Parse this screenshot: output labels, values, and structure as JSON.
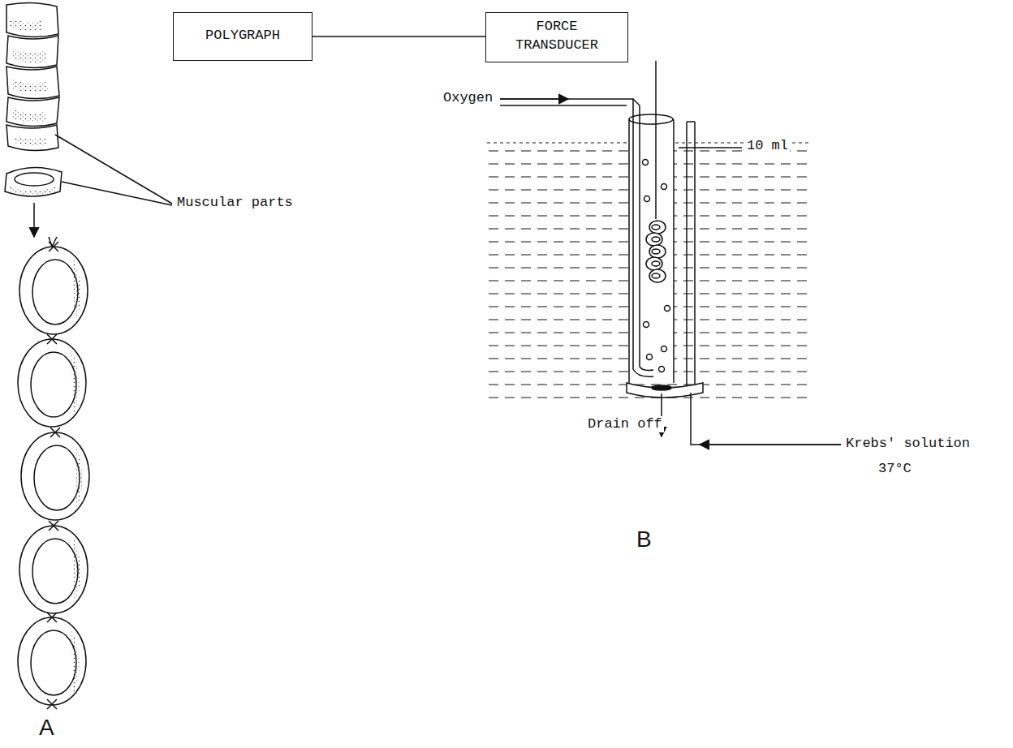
{
  "diagram": {
    "nodes": [
      {
        "text": [
          "POLYGRAPH"
        ]
      },
      {
        "text": [
          "FORCE TRANSDUCER"
        ]
      }
    ],
    "edges": [
      {
        "from": 0,
        "to": 1,
        "arrow": "none"
      }
    ],
    "labels": [
      "Muscular parts",
      "Oxygen",
      "10 ml",
      "Krebs' solution",
      "37°C",
      "Drain off",
      "A",
      "B"
    ]
  }
}
